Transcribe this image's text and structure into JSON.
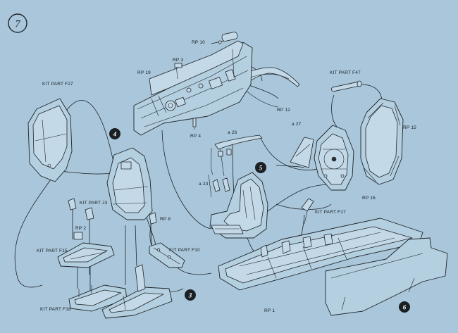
{
  "step": {
    "number": "7"
  },
  "badges": [
    "4",
    "5",
    "3",
    "6"
  ],
  "labels": {
    "rp10": "RP 10",
    "rp3": "RP 3",
    "rp19": "RP 19",
    "rp12": "RP 12",
    "rp4": "RP 4",
    "kitF47": "KIT PART F47",
    "kitF27": "KIT PART F27",
    "rp15": "RP 15",
    "a26": "a 26",
    "a27": "a 27",
    "a23": "a 23",
    "rp16": "RP 16",
    "kitJ3": "KIT PART J3",
    "kitF17": "KIT PART F17",
    "rp2": "RP 2",
    "rp8": "RP 8",
    "kitF15": "KIT PART F15",
    "kitF10": "KIT PART F10",
    "kitF18": "KIT PART F18",
    "rp1": "RP 1"
  }
}
